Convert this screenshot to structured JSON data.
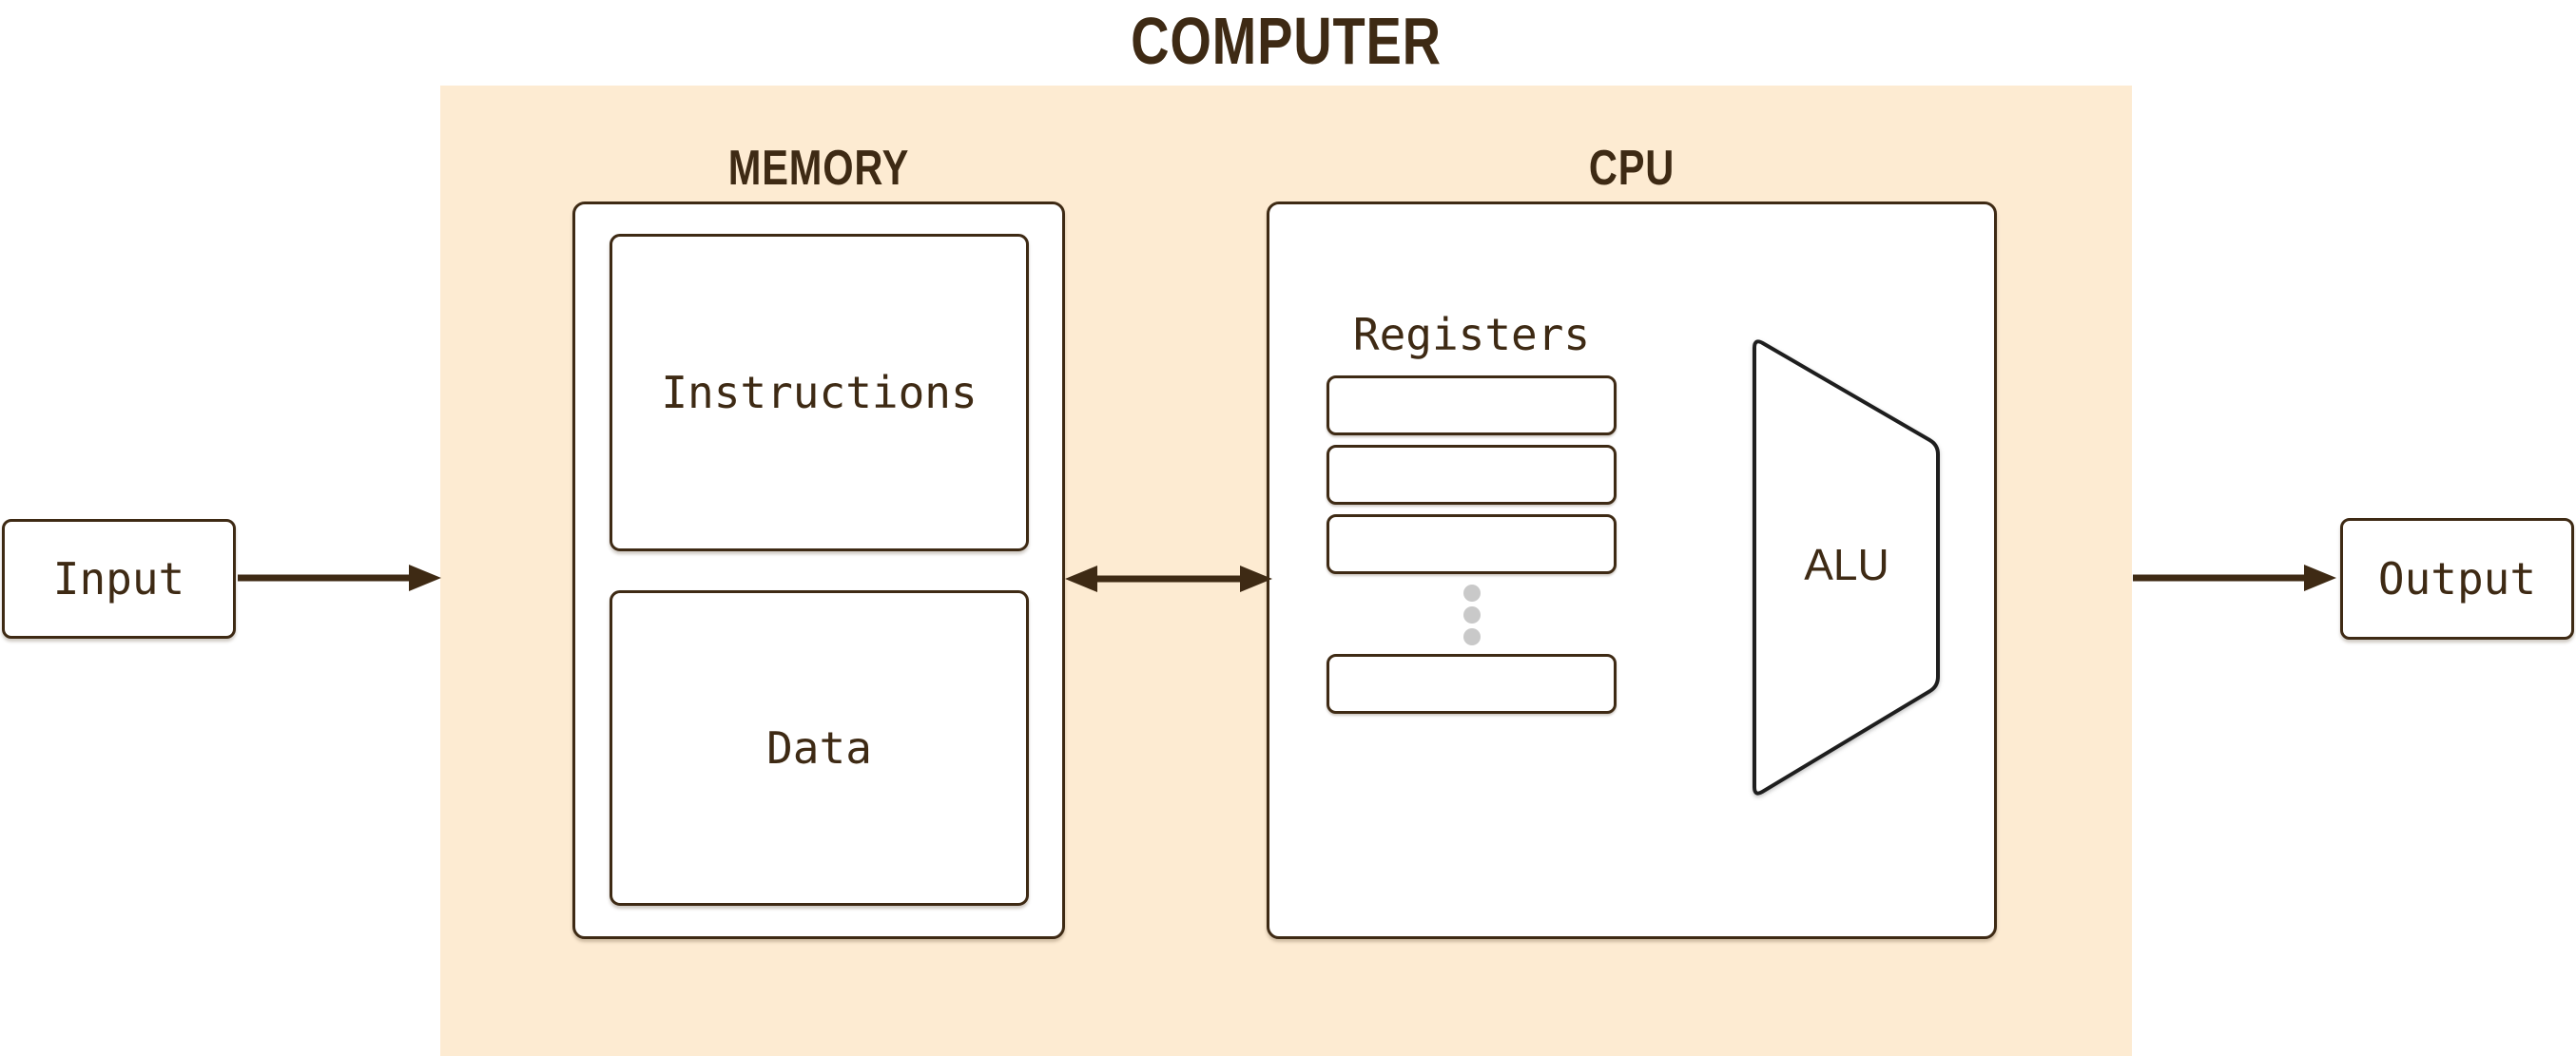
{
  "title": "COMPUTER",
  "computer": {
    "memory": {
      "label": "MEMORY",
      "blocks": [
        "Instructions",
        "Data"
      ]
    },
    "cpu": {
      "label": "CPU",
      "registers": {
        "label": "Registers",
        "slot_count": 4,
        "ellipsis_dot_count": 3
      },
      "alu_label": "ALU"
    }
  },
  "io": {
    "input_label": "Input",
    "output_label": "Output"
  },
  "colors": {
    "canvas-bg": "#ffffff",
    "computer-bg": "#fdebd2",
    "ink": "#3e2a14",
    "box-bg": "#ffffff",
    "alu-stroke": "#1e1e1e",
    "dot": "#c9c9c9"
  }
}
